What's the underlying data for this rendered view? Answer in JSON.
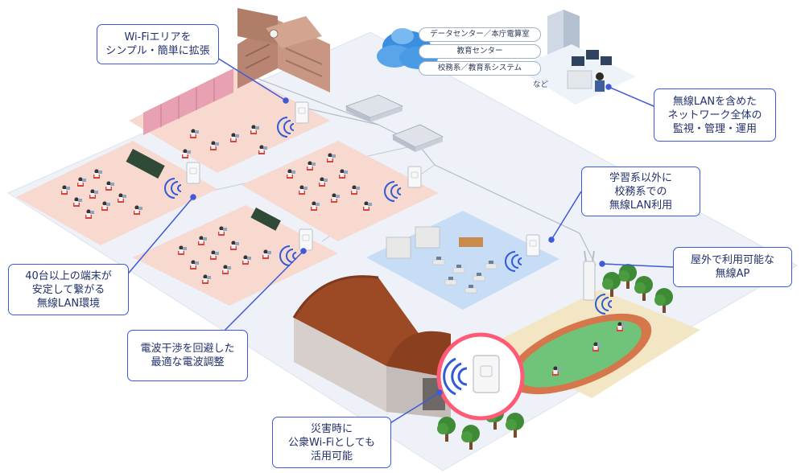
{
  "cloud": {
    "items": [
      "データセンター／本庁電算室",
      "教育センター",
      "校務系／教育系システム"
    ],
    "etc": "など"
  },
  "callouts": {
    "wifi_area": [
      "Wi-Fiエリアを",
      "シンプル・簡単に拡張"
    ],
    "monitoring": [
      "無線LANを含めた",
      "ネットワーク全体の",
      "監視・管理・運用"
    ],
    "admin_wlan": [
      "学習系以外に",
      "校務系での",
      "無線LAN利用"
    ],
    "outdoor_ap": [
      "屋外で利用可能な",
      "無線AP"
    ],
    "forty_devices": [
      "40台以上の端末が",
      "安定して繋がる",
      "無線LAN環境"
    ],
    "interference": [
      "電波干渉を回避した",
      "最適な電波調整"
    ],
    "disaster": [
      "災害時に",
      "公衆Wi-Fiとしても",
      "活用可能"
    ]
  },
  "colors": {
    "accent": "#3d5bd9",
    "room_floor": "#f7d9cf",
    "staff_floor": "#c7dcf5",
    "base_floor": "#eef1f7",
    "field": "#f3e6c4",
    "wave": "#2f5ad8"
  }
}
